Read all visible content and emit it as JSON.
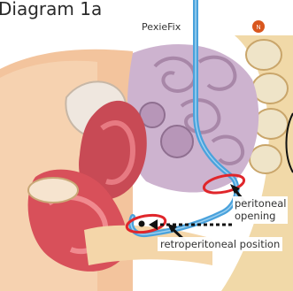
{
  "title": "Diagram 1a",
  "device_label": "PexieFix",
  "callouts": {
    "peritoneal_opening": [
      "peritoneal",
      "opening"
    ],
    "retroperitoneal_position": "retroperitoneal position"
  },
  "badge_text": "N",
  "colors": {
    "catheter": "#4aa2dc",
    "ring": "#e0262b",
    "skin": "#f3c49d",
    "muscle": "#d8505a",
    "bowel": "#c9b1c9",
    "badge": "#d9571e",
    "arrow": "#111111"
  }
}
